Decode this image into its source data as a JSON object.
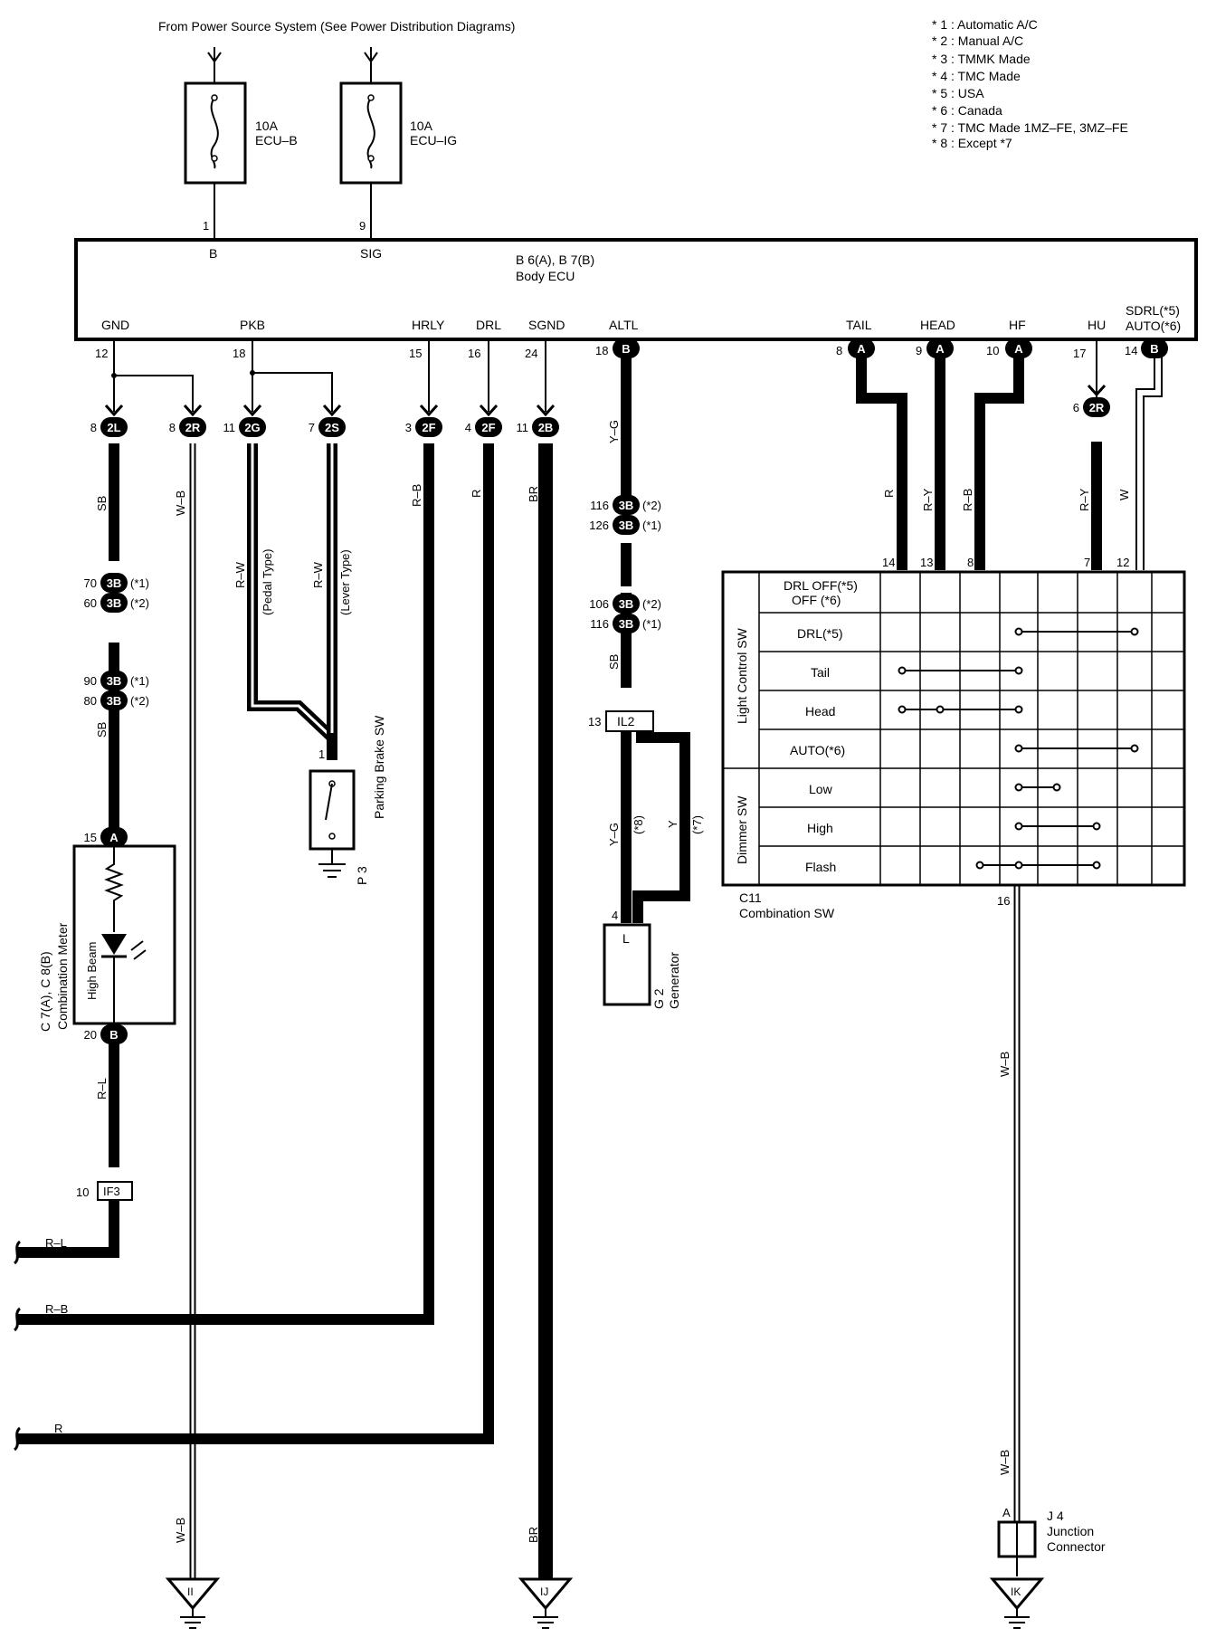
{
  "header": {
    "source": "From Power Source System (See Power Distribution Diagrams)"
  },
  "notes": [
    "* 1 : Automatic A/C",
    "* 2 : Manual A/C",
    "* 3 : TMMK Made",
    "* 4 : TMC Made",
    "* 5 : USA",
    "* 6 : Canada",
    "* 7 : TMC Made 1MZ–FE,  3MZ–FE",
    "* 8 : Except *7"
  ],
  "fuses": [
    {
      "amp": "10A",
      "name": "ECU–B"
    },
    {
      "amp": "10A",
      "name": "ECU–IG"
    }
  ],
  "ecu": {
    "id": "B 6(A), B 7(B)",
    "name": "Body ECU",
    "top_pins": [
      {
        "num": "1",
        "label": "B"
      },
      {
        "num": "9",
        "label": "SIG"
      }
    ],
    "bottom_labels": [
      "GND",
      "PKB",
      "HRLY",
      "DRL",
      "SGND",
      "ALTL",
      "TAIL",
      "HEAD",
      "HF",
      "HU",
      "SDRL(*5)",
      "AUTO(*6)"
    ],
    "bottom_nums": [
      "12",
      "18",
      "15",
      "16",
      "24",
      "18",
      "8",
      "9",
      "10",
      "17",
      "14"
    ]
  },
  "connectors": {
    "c2L": "2L",
    "c2R": "2R",
    "c2G": "2G",
    "c2S": "2S",
    "c2F": "2F",
    "c2B": "2B",
    "c3B": "3B",
    "cIL2": "IL2",
    "cIF3": "IF3",
    "cA": "A",
    "cB": "B"
  },
  "pins": {
    "p8a": "8",
    "p8b": "8",
    "p11a": "11",
    "p7a": "7",
    "p3": "3",
    "p4": "4",
    "p11b": "11",
    "p70": "70",
    "p60": "60",
    "p90": "90",
    "p80": "80",
    "p116a": "116",
    "p126": "126",
    "p106": "106",
    "p116b": "116",
    "p15": "15",
    "p20": "20",
    "p10": "10",
    "p13": "13",
    "p4g": "4",
    "p1": "1",
    "p6": "6",
    "p14s": "14",
    "p13s": "13",
    "p8s": "8",
    "p7s": "7",
    "p12s": "12",
    "p16s": "16",
    "pA": "A"
  },
  "notes_tags": {
    "n1": "(*1)",
    "n2": "(*2)",
    "n7": "(*7)",
    "n8": "(*8)"
  },
  "wire_colors": {
    "sb": "SB",
    "wb": "W–B",
    "rw": "R–W",
    "rb": "R–B",
    "r": "R",
    "br": "BR",
    "yg": "Y–G",
    "y": "Y",
    "ry": "R–Y",
    "w": "W",
    "rl": "R–L"
  },
  "pkb_types": {
    "pedal": "(Pedal Type)",
    "lever": "(Lever Type)"
  },
  "meter": {
    "id": "C 7(A), C 8(B)",
    "name": "Combination Meter",
    "lamp": "High Beam"
  },
  "parking_brake": {
    "id": "P 3",
    "name": "Parking Brake SW"
  },
  "generator": {
    "id": "G 2",
    "name": "Generator",
    "pin": "L"
  },
  "combo_sw": {
    "id": "C11",
    "name": "Combination SW",
    "group1": "Light Control SW",
    "group2": "Dimmer SW",
    "rows": [
      "DRL OFF(*5)",
      "OFF  (*6)",
      "DRL(*5)",
      "Tail",
      "Head",
      "AUTO(*6)",
      "Low",
      "High",
      "Flash"
    ]
  },
  "junction": {
    "id": "J 4",
    "line1": "Junction",
    "line2": "Connector"
  },
  "grounds": [
    "II",
    "IJ",
    "IK"
  ],
  "left_wires": [
    "R–L",
    "R–B",
    "R"
  ]
}
